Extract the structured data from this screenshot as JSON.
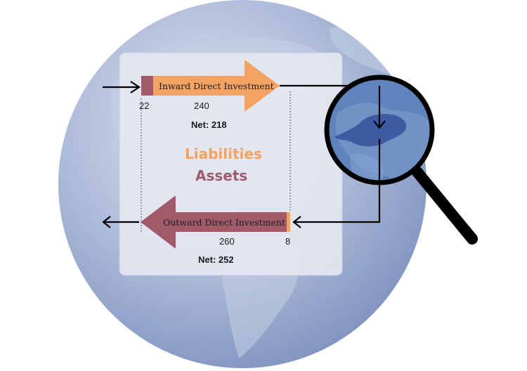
{
  "inward": {
    "label": "Inward Direct Investment",
    "left_value": "22",
    "right_value": "240",
    "net": "Net: 218"
  },
  "outward": {
    "label": "Outward Direct Investment",
    "left_value": "260",
    "right_value": "8",
    "net": "Net: 252"
  },
  "legend": {
    "liabilities": "Liabilities",
    "assets": "Assets"
  },
  "colors": {
    "liabilities": "#f4a261",
    "assets": "#a05a6a",
    "globe": "#9fb1d3",
    "panel": "#e5e9f1",
    "lens": "#5b7fb8"
  }
}
